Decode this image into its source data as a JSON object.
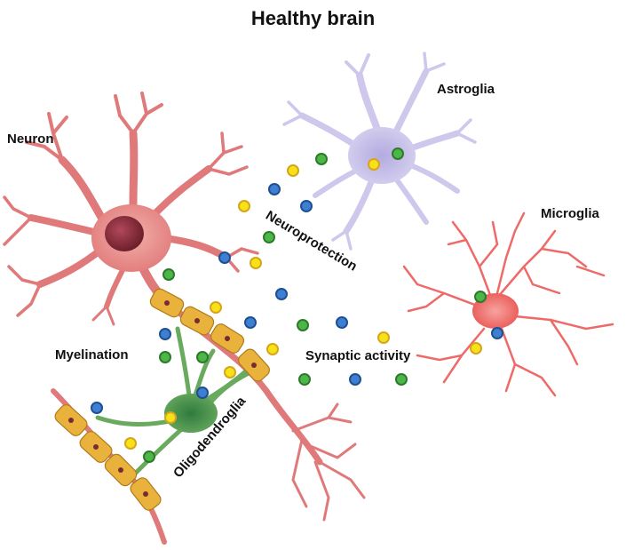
{
  "title": "Healthy brain",
  "labels": {
    "neuron": "Neuron",
    "astroglia": "Astroglia",
    "microglia": "Microglia",
    "myelination": "Myelination",
    "synaptic_activity": "Synaptic activity",
    "neuroprotection": "Neuroprotection",
    "oligodendroglia": "Oligodendroglia"
  },
  "colors": {
    "neuron": "#e07a7a",
    "neuron_nucleus": "#8c2f3c",
    "astroglia": "#c9c3e8",
    "microglia": "#ee6a68",
    "oligodendroglia": "#6aaa5f",
    "myelin": "#e8b23c",
    "dot_yellow": "#f7e21a",
    "dot_green": "#4cb648",
    "dot_blue": "#3d7fd1"
  },
  "icons": [
    "neuron-cell",
    "astroglia-cell",
    "microglia-cell",
    "oligodendroglia-cell",
    "myelin-sheath",
    "signal-molecule-dots"
  ]
}
